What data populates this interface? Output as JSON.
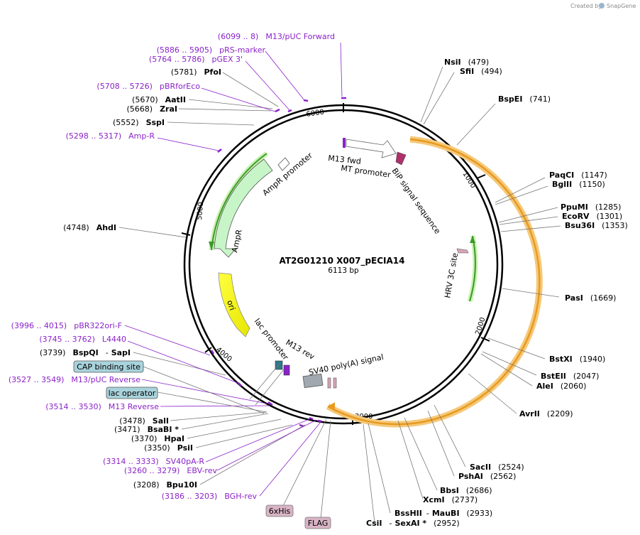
{
  "header": {
    "credit": "Created by",
    "brand": "SnapGene"
  },
  "plasmid": {
    "name": "AT2G01210 X007_pECIA14",
    "size": "6113 bp"
  },
  "ticks": [
    "1000",
    "2000",
    "3000",
    "4000",
    "5000",
    "6000"
  ],
  "enzymes_right": [
    {
      "name": "NsiI",
      "pos": "(479)"
    },
    {
      "name": "SfiI",
      "pos": "(494)"
    },
    {
      "name": "BspEI",
      "pos": "(741)"
    },
    {
      "name": "PaqCI",
      "pos": "(1147)"
    },
    {
      "name": "BglII",
      "pos": "(1150)"
    },
    {
      "name": "PpuMI",
      "pos": "(1285)"
    },
    {
      "name": "EcoRV",
      "pos": "(1301)"
    },
    {
      "name": "Bsu36I",
      "pos": "(1353)"
    },
    {
      "name": "PasI",
      "pos": "(1669)"
    },
    {
      "name": "BstXI",
      "pos": "(1940)"
    },
    {
      "name": "BstEII",
      "pos": "(2047)"
    },
    {
      "name": "AleI",
      "pos": "(2060)"
    },
    {
      "name": "AvrII",
      "pos": "(2209)"
    },
    {
      "name": "SacII",
      "pos": "(2524)"
    },
    {
      "name": "PshAI",
      "pos": "(2562)"
    },
    {
      "name": "BbsI",
      "pos": "(2686)"
    },
    {
      "name": "XcmI",
      "pos": "(2737)"
    },
    {
      "name": "BssHII",
      "pos": ""
    },
    {
      "name": "MauBI",
      "pos": "(2933)"
    },
    {
      "name": "CsiI",
      "pos": ""
    },
    {
      "name": "SexAI *",
      "pos": "(2952)"
    }
  ],
  "enzymes_left": [
    {
      "name": "PfoI",
      "pos": "(5781)"
    },
    {
      "name": "AatII",
      "pos": "(5670)"
    },
    {
      "name": "ZraI",
      "pos": "(5668)"
    },
    {
      "name": "SspI",
      "pos": "(5552)"
    },
    {
      "name": "AhdI",
      "pos": "(4748)"
    },
    {
      "name": "BspQI",
      "pos": "(3739)"
    },
    {
      "name": "SapI",
      "pos": ""
    },
    {
      "name": "SalI",
      "pos": "(3478)"
    },
    {
      "name": "BsaBI *",
      "pos": "(3471)"
    },
    {
      "name": "HpaI",
      "pos": "(3370)"
    },
    {
      "name": "PsiI",
      "pos": "(3350)"
    },
    {
      "name": "Bpu10I",
      "pos": "(3208)"
    }
  ],
  "primers": [
    {
      "range": "(6099 .. 8)",
      "name": "M13/pUC Forward"
    },
    {
      "range": "(5886 .. 5905)",
      "name": "pRS-marker"
    },
    {
      "range": "(5764 .. 5786)",
      "name": "pGEX 3'"
    },
    {
      "range": "(5708 .. 5726)",
      "name": "pBRforEco"
    },
    {
      "range": "(5298 .. 5317)",
      "name": "Amp-R"
    },
    {
      "range": "(3996 .. 4015)",
      "name": "pBR322ori-F"
    },
    {
      "range": "(3745 .. 3762)",
      "name": "L4440"
    },
    {
      "range": "(3527 .. 3549)",
      "name": "M13/pUC Reverse"
    },
    {
      "range": "(3514 .. 3530)",
      "name": "M13 Reverse"
    },
    {
      "range": "(3314 .. 3333)",
      "name": "SV40pA-R"
    },
    {
      "range": "(3260 .. 3279)",
      "name": "EBV-rev"
    },
    {
      "range": "(3186 .. 3203)",
      "name": "BGH-rev"
    }
  ],
  "boxed_features": {
    "cap": "CAP binding site",
    "lac": "lac operator",
    "his": "6xHis",
    "flag": "FLAG"
  },
  "features": {
    "m13fwd": "M13 fwd",
    "mt": "MT promoter",
    "bip": "BiP signal sequence",
    "hrv": "HRV 3C site",
    "sv40": "SV40 poly(A) signal",
    "m13rev": "M13 rev",
    "lacprom": "lac promoter",
    "ori": "ori",
    "ampr": "AmpR",
    "amprprom": "AmpR promoter"
  },
  "colors": {
    "primer": "#8b22c9",
    "ampr": "#c8f5c8",
    "ori": "#ffff00",
    "orf": "#f0a830",
    "green": "#3a9a2a"
  }
}
